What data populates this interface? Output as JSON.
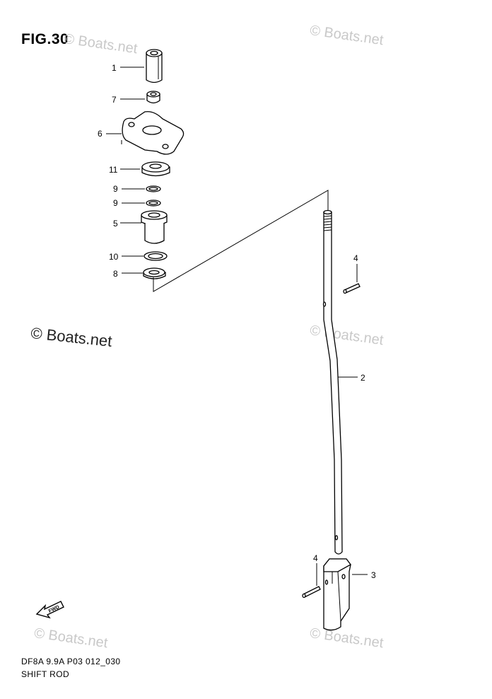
{
  "figure": {
    "title": "FIG.30",
    "code": "DF8A 9.9A P03 012_030",
    "name": "SHIFT ROD"
  },
  "watermarks": {
    "text": "© Boats.net"
  },
  "fwd_label": "FWD",
  "callouts": {
    "c1": "1",
    "c7": "7",
    "c6": "6",
    "c11": "11",
    "c9a": "9",
    "c9b": "9",
    "c5": "5",
    "c10": "10",
    "c8": "8",
    "c4a": "4",
    "c2": "2",
    "c4b": "4",
    "c3": "3"
  },
  "colors": {
    "ink": "#000000",
    "watermark": "#c9c9c9",
    "background": "#ffffff"
  }
}
